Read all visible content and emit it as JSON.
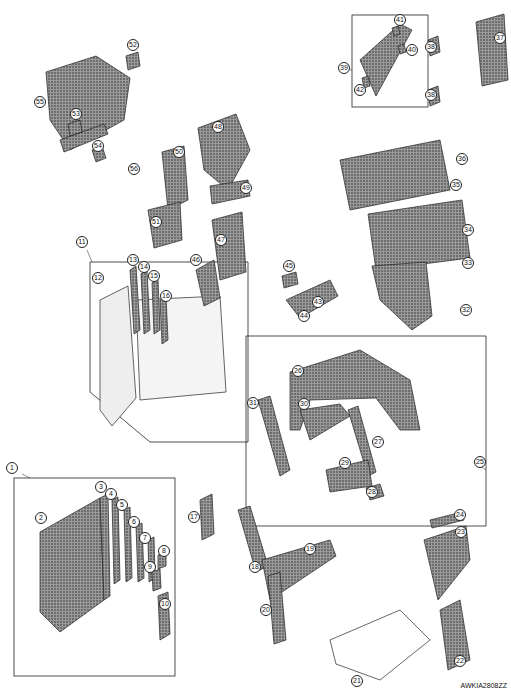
{
  "diagram": {
    "labels": [
      "1",
      "2",
      "3",
      "4",
      "5",
      "6",
      "7",
      "8",
      "9",
      "10",
      "11",
      "12",
      "13",
      "14",
      "15",
      "16",
      "17",
      "18",
      "19",
      "20",
      "21",
      "22",
      "23",
      "24",
      "25",
      "26",
      "27",
      "28",
      "29",
      "30",
      "31",
      "32",
      "33",
      "34",
      "35",
      "36",
      "37",
      "38",
      "38",
      "39",
      "40",
      "41",
      "42",
      "43",
      "44",
      "45",
      "46",
      "47",
      "48",
      "49",
      "50",
      "51",
      "52",
      "53",
      "54",
      "55",
      "56",
      "AWKIA2808ZZ"
    ]
  }
}
